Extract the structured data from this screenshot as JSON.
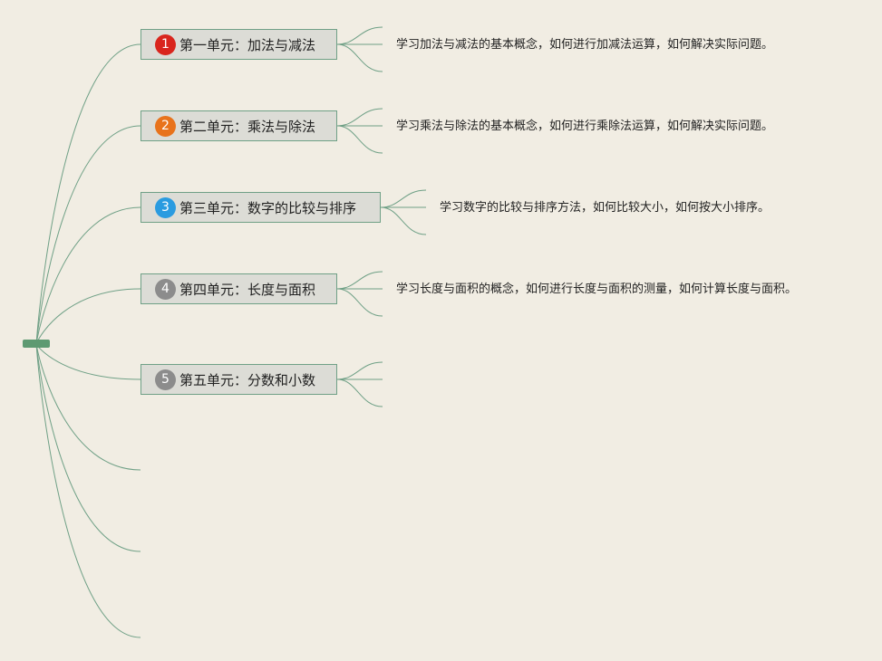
{
  "units": [
    {
      "number": "1",
      "badge_color": "#d9251d",
      "title": "第一单元：加法与减法",
      "description": "学习加法与减法的基本概念，如何进行加减法运算，如何解决实际问题。"
    },
    {
      "number": "2",
      "badge_color": "#e8731c",
      "title": "第二单元：乘法与除法",
      "description": "学习乘法与除法的基本概念，如何进行乘除法运算，如何解决实际问题。"
    },
    {
      "number": "3",
      "badge_color": "#2a9be0",
      "title": "第三单元：数字的比较与排序",
      "description": "学习数字的比较与排序方法，如何比较大小，如何按大小排序。"
    },
    {
      "number": "4",
      "badge_color": "#8c8c8c",
      "title": "第四单元：长度与面积",
      "description": "学习长度与面积的概念，如何进行长度与面积的测量，如何计算长度与面积。"
    },
    {
      "number": "5",
      "badge_color": "#8c8c8c",
      "title": "第五单元：分数和小数",
      "description": ""
    }
  ],
  "colors": {
    "link": "#6fa086",
    "root": "#5e9a72",
    "background": "#f1ede3"
  }
}
